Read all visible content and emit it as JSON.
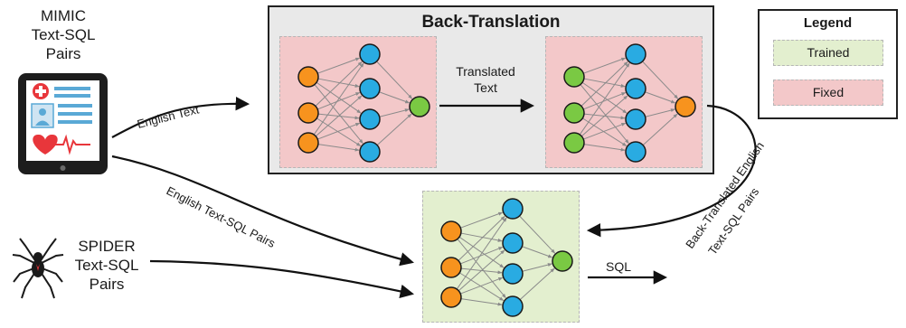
{
  "sources": {
    "mimic_title": [
      "MIMIC",
      "Text-SQL",
      "Pairs"
    ],
    "spider_title": [
      "SPIDER",
      "Text-SQL",
      "Pairs"
    ]
  },
  "back_translation": {
    "title": "Back-Translation"
  },
  "labels": {
    "english_text": "English Text",
    "translated_text": [
      "Translated",
      "Text"
    ],
    "english_text_sql": "English Text-SQL Pairs",
    "back_translated": [
      "Back-Translated English",
      "Text-SQL Pairs"
    ],
    "sql": "SQL"
  },
  "legend": {
    "title": "Legend",
    "trained": "Trained",
    "fixed": "Fixed"
  },
  "colors": {
    "fixed_fill": "#f3c8c9",
    "trained_fill": "#e3efcf",
    "input_node": "#f7931e",
    "hidden_node": "#29abe2",
    "green_node": "#7ac943"
  },
  "icons": [
    "tablet-icon",
    "medical-cross-icon",
    "id-card-icon",
    "heart-icon",
    "spider-icon"
  ]
}
